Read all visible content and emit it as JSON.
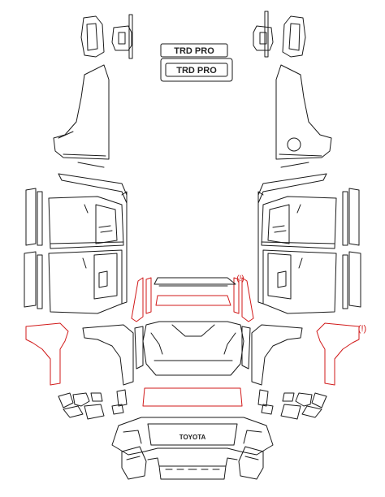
{
  "diagram": {
    "badge_top": "TRD PRO",
    "badge_mid": "TRD PRO",
    "bumper_logo": "TOYOTA",
    "warning_mark_left": "(!)",
    "warning_mark_right": "(!)",
    "colors": {
      "outline": "#1a1a1a",
      "highlight": "#d11a1a",
      "background": "#ffffff"
    }
  }
}
